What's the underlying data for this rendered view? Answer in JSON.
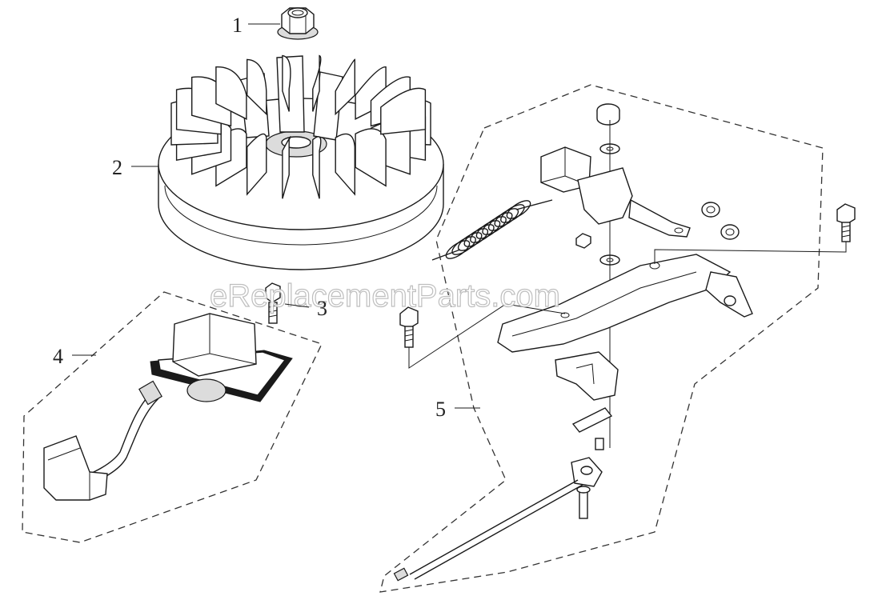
{
  "watermark": "eReplacementParts.com",
  "callouts": [
    {
      "id": "1",
      "label": "1"
    },
    {
      "id": "2",
      "label": "2"
    },
    {
      "id": "3",
      "label": "3"
    },
    {
      "id": "4",
      "label": "4"
    },
    {
      "id": "5",
      "label": "5"
    }
  ],
  "parts": [
    {
      "callout": "1",
      "name": "flange-nut"
    },
    {
      "callout": "2",
      "name": "flywheel"
    },
    {
      "callout": "3",
      "name": "bolt"
    },
    {
      "callout": "4",
      "name": "ignition-coil"
    },
    {
      "callout": "5",
      "name": "governor-control-assembly"
    }
  ]
}
